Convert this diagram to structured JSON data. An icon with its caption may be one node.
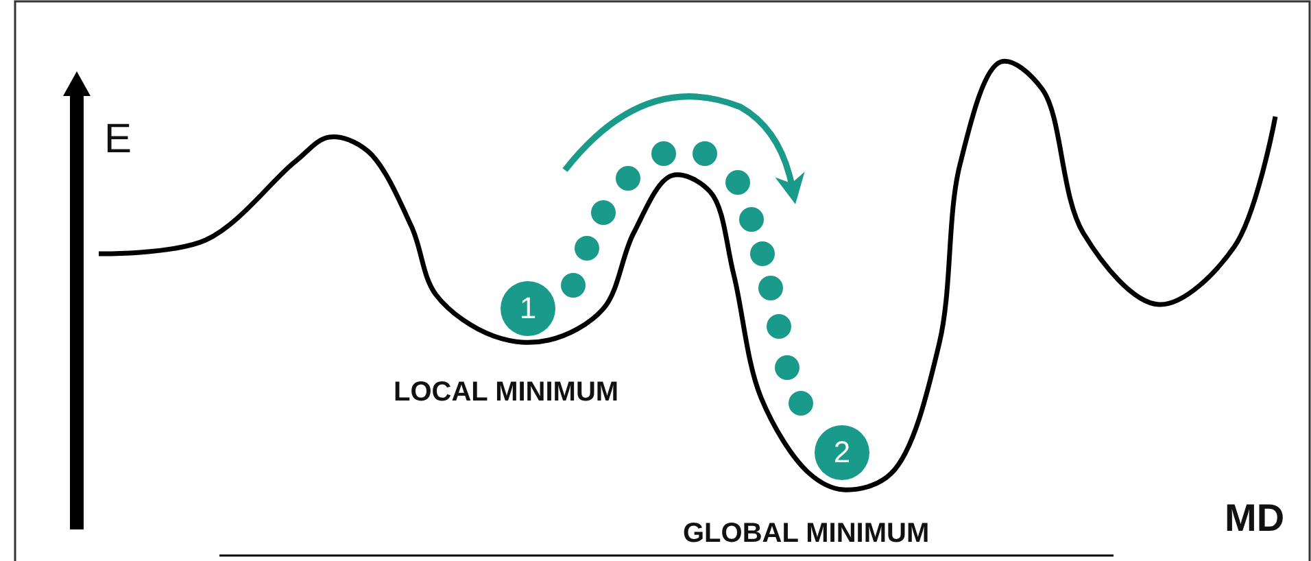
{
  "diagram": {
    "nodes": [
      {
        "text": [
          "1"
        ]
      },
      {
        "text": [
          "2"
        ]
      }
    ],
    "labels": [
      "E",
      "LOCAL MINIMUM",
      "GLOBAL MINIMUM",
      "MD"
    ]
  }
}
